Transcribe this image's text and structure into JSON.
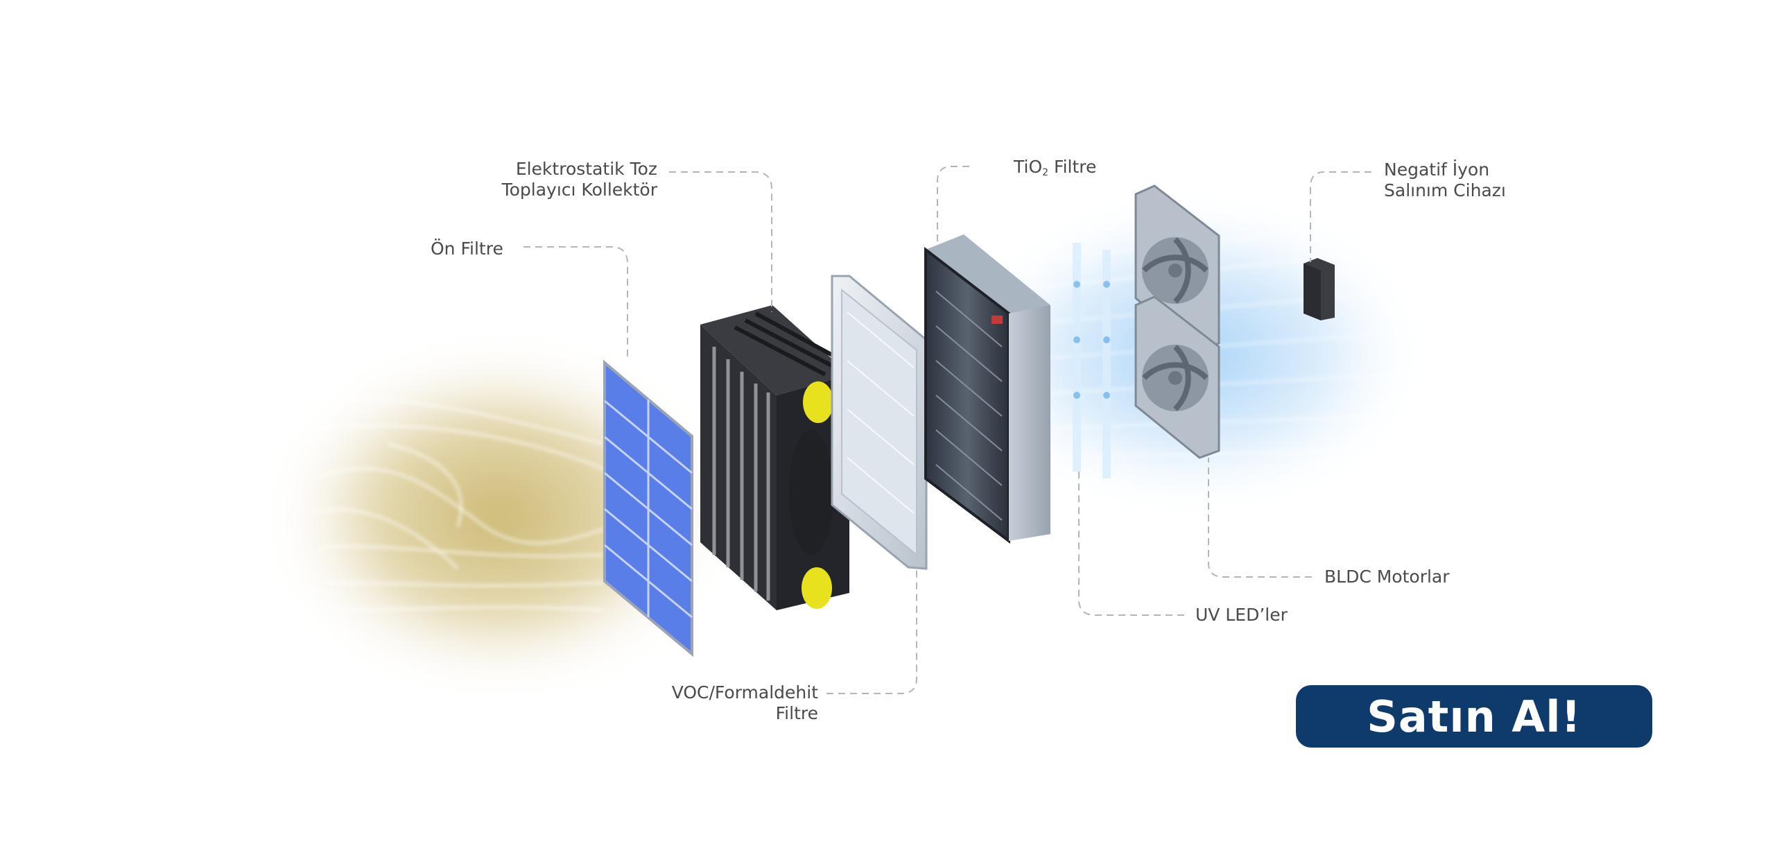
{
  "labels": {
    "on_filtre": "Ön Filtre",
    "elektrostatik_1": "Elektrostatik Toz",
    "elektrostatik_2": "Toplayıcı Kollektör",
    "tio2_prefix": "TiO",
    "tio2_sub": "2",
    "tio2_suffix": " Filtre",
    "negatif_1": "Negatif İyon",
    "negatif_2": "Salınım Cihazı",
    "bldc": "BLDC Motorlar",
    "uv": "UV LED’ler",
    "voc_1": "VOC/Formaldehit",
    "voc_2": "Filtre"
  },
  "button": {
    "label": "Satın Al!"
  },
  "colors": {
    "button_bg": "#0e3a6c",
    "label_text": "#4a4a4a",
    "leader_line": "#b5b5b5",
    "polluted_air": "#c8b470",
    "clean_air": "#8fc4f3",
    "pre_filter_blue": "#5a7ee8",
    "collector_dark": "#2e3035",
    "knob_yellow": "#e8e21e"
  }
}
